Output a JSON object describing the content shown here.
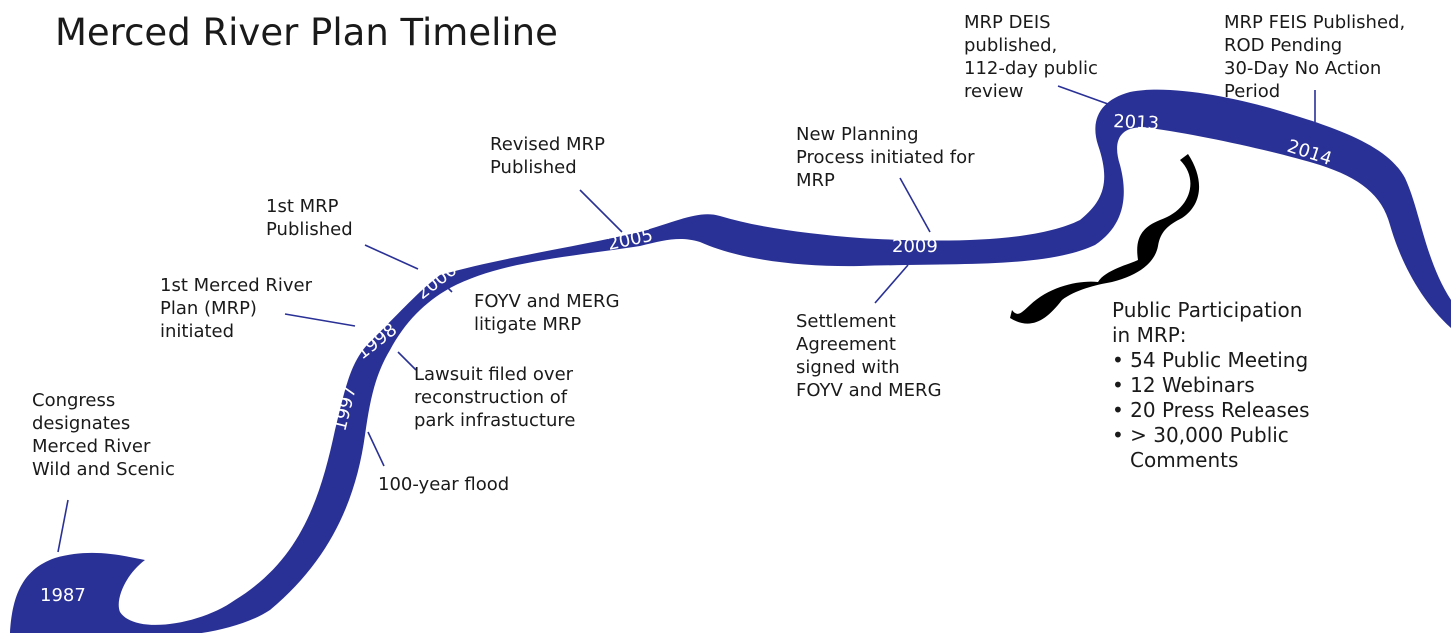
{
  "title": "Merced River Plan Timeline",
  "colors": {
    "river": "#2a3196",
    "text": "#1a1a1a",
    "brace": "#000000",
    "year_text": "#ffffff"
  },
  "years": [
    "1987",
    "1997",
    "1998",
    "2000",
    "2005",
    "2009",
    "2013",
    "2014"
  ],
  "events": [
    {
      "lines": [
        "Congress",
        "designates",
        "Merced River",
        "Wild and Scenic"
      ]
    },
    {
      "lines": [
        "100-year flood"
      ]
    },
    {
      "lines": [
        "Lawsuit filed over",
        "reconstruction of",
        "park infrastucture"
      ]
    },
    {
      "lines": [
        "1st Merced River",
        "Plan (MRP)",
        "initiated"
      ]
    },
    {
      "lines": [
        "FOYV and MERG",
        "litigate MRP"
      ]
    },
    {
      "lines": [
        "1st MRP",
        "Published"
      ]
    },
    {
      "lines": [
        "Revised MRP",
        "Published"
      ]
    },
    {
      "lines": [
        "New Planning",
        "Process initiated for",
        "MRP"
      ]
    },
    {
      "lines": [
        "Settlement",
        "Agreement",
        "signed with",
        "FOYV and MERG"
      ]
    },
    {
      "lines": [
        "MRP DEIS",
        "published,",
        "112-day public",
        "review"
      ]
    },
    {
      "lines": [
        "MRP FEIS Published,",
        "ROD Pending",
        "30-Day No Action",
        "Period"
      ]
    }
  ],
  "public_participation": {
    "heading_lines": [
      "Public Participation",
      "in MRP:"
    ],
    "items": [
      "• 54 Public Meeting",
      "• 12 Webinars",
      "• 20 Press Releases",
      "• > 30,000 Public"
    ],
    "item_continuation": "Comments"
  }
}
